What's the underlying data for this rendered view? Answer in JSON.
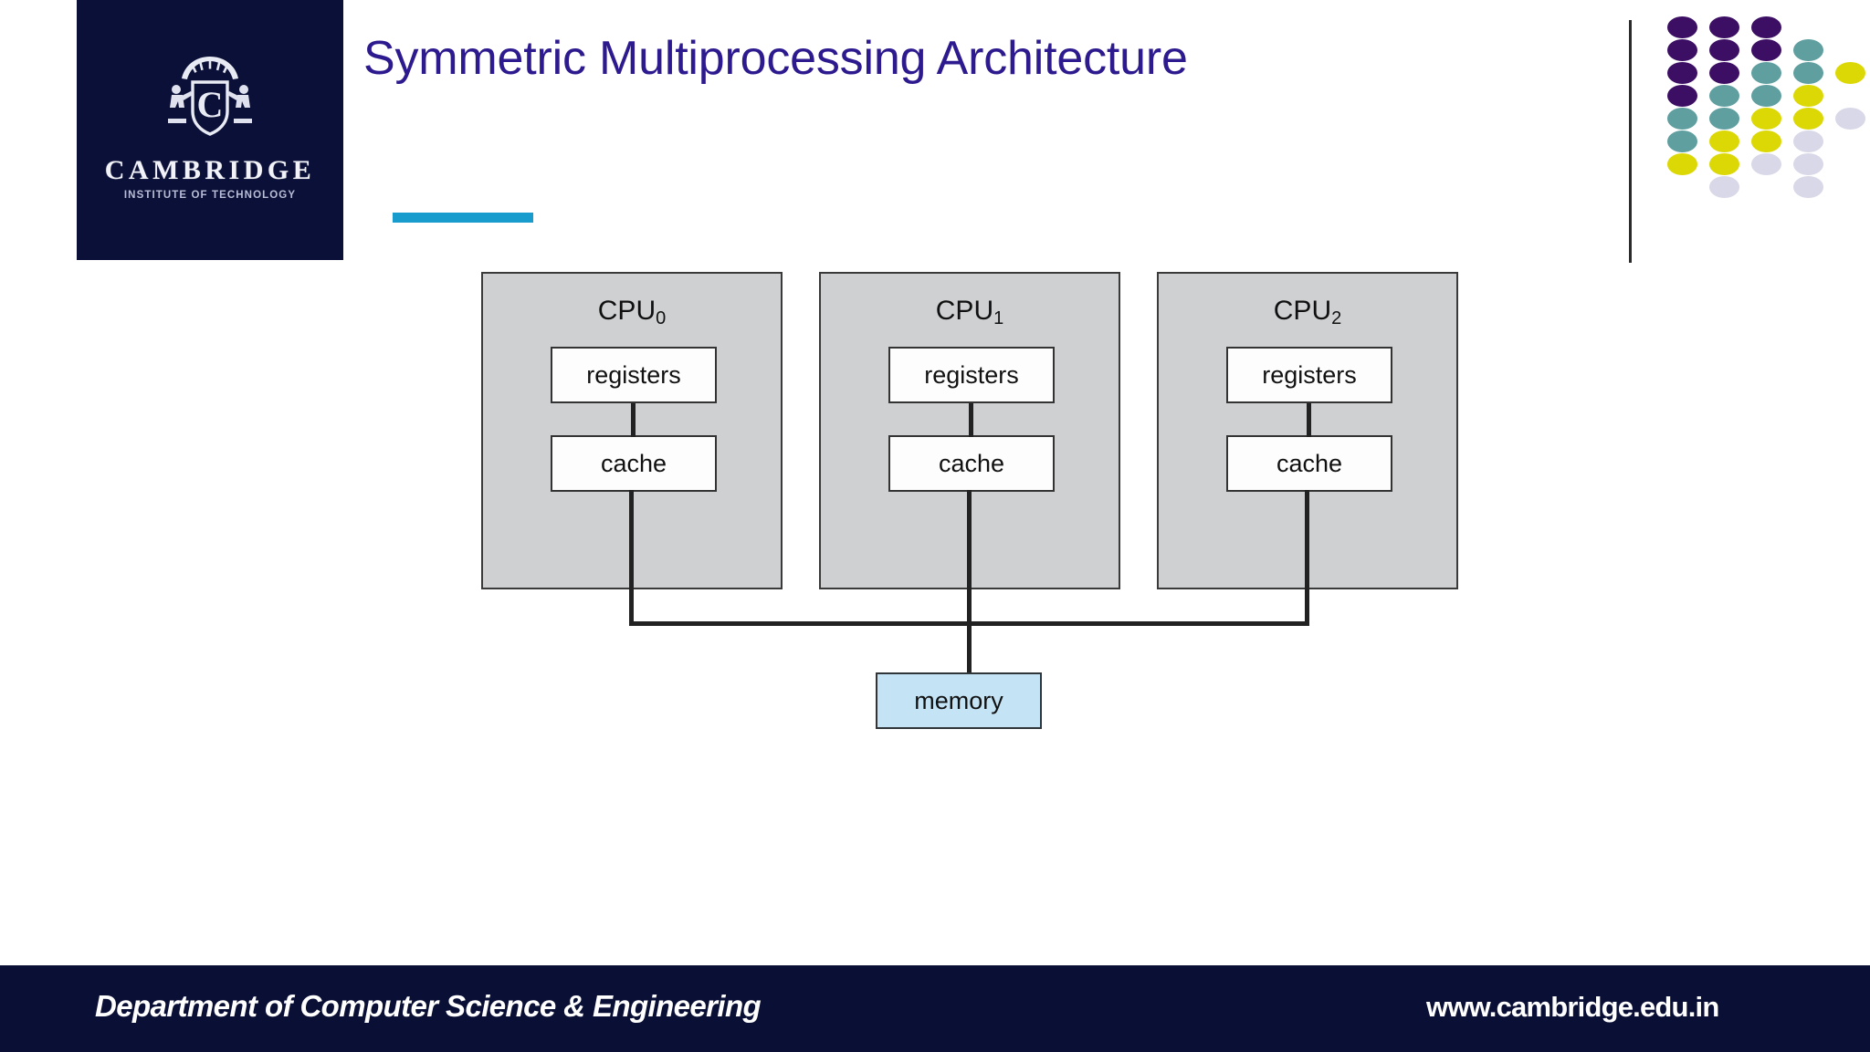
{
  "brand": {
    "logo_wordmark": "CAMBRIDGE",
    "logo_subtitle": "INSTITUTE OF TECHNOLOGY",
    "crest_icon": "cambridge-crest-icon",
    "navy": "#0b1038"
  },
  "header": {
    "title": "Symmetric Multiprocessing Architecture",
    "title_color": "#2c1a8e",
    "rule_color": "#189ccd"
  },
  "decoration": {
    "divider_color": "#2b2b2b",
    "palette": {
      "purple": "#3c0f64",
      "teal": "#5f9fa0",
      "yellow": "#dcd805",
      "lavender": "#d8d8e8",
      "none": "none"
    },
    "dot_grid": [
      [
        "purple",
        "purple",
        "purple",
        "none",
        "none"
      ],
      [
        "purple",
        "purple",
        "purple",
        "teal",
        "none"
      ],
      [
        "purple",
        "purple",
        "teal",
        "teal",
        "yellow"
      ],
      [
        "purple",
        "teal",
        "teal",
        "yellow",
        "none"
      ],
      [
        "teal",
        "teal",
        "yellow",
        "yellow",
        "lavender"
      ],
      [
        "teal",
        "yellow",
        "yellow",
        "lavender",
        "none"
      ],
      [
        "yellow",
        "yellow",
        "lavender",
        "lavender",
        "none"
      ],
      [
        "none",
        "lavender",
        "none",
        "lavender",
        "none"
      ]
    ]
  },
  "diagram": {
    "type": "smp-architecture",
    "cpus": [
      {
        "label": "CPU",
        "index": "0",
        "components": [
          "registers",
          "cache"
        ]
      },
      {
        "label": "CPU",
        "index": "1",
        "components": [
          "registers",
          "cache"
        ]
      },
      {
        "label": "CPU",
        "index": "2",
        "components": [
          "registers",
          "cache"
        ]
      }
    ],
    "registers_label": "registers",
    "cache_label": "cache",
    "memory_label": "memory",
    "cpu_fill": "#cfd0d2",
    "component_fill": "#fdfdfd",
    "memory_fill": "#c4e4f6",
    "wire_color": "#222222"
  },
  "footer": {
    "department": "Department of Computer Science & Engineering",
    "website": "www.cambridge.edu.in",
    "background": "#0a0f35"
  }
}
